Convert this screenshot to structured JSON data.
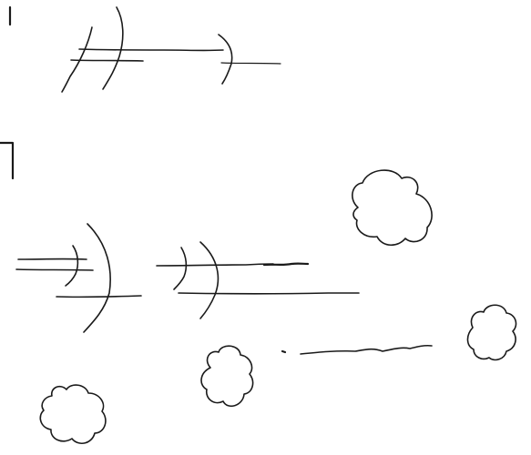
{
  "canvas": {
    "background": "#ffffff",
    "ink_color": "#1a1a1a"
  },
  "panels": [
    {
      "id": "top-panel",
      "elements": [
        "panel-marker",
        "wave-fronts",
        "horizontal-streaks"
      ]
    },
    {
      "id": "bottom-panel",
      "elements": [
        "panel-marker",
        "wave-fronts",
        "horizontal-streaks",
        "clouds"
      ],
      "cloud_count": 4
    }
  ]
}
